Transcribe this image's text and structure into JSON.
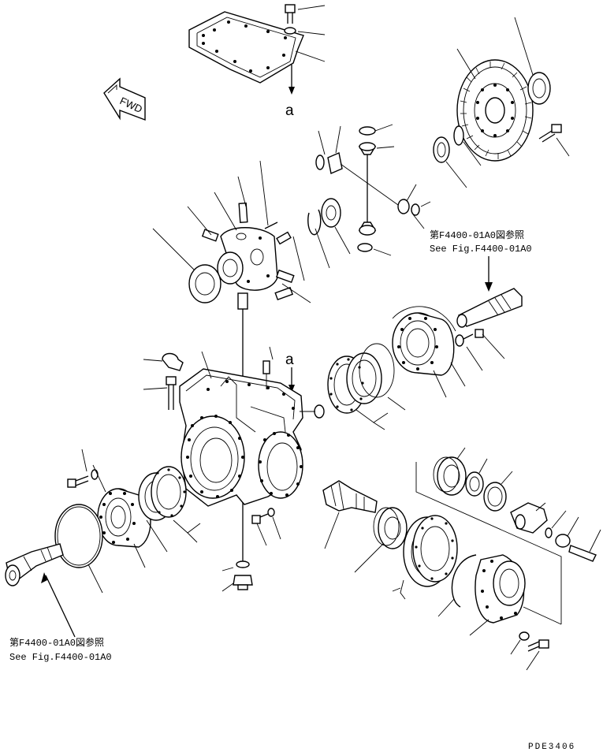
{
  "direction_label": "FWD",
  "section_marks": {
    "top": "a",
    "middle": "a"
  },
  "references": [
    {
      "jp": "第F4400-01A0図参照",
      "en": "See Fig.F4400-01A0"
    },
    {
      "jp": "第F4400-01A0図参照",
      "en": "See Fig.F4400-01A0"
    }
  ],
  "drawing_code": "PDE3406"
}
